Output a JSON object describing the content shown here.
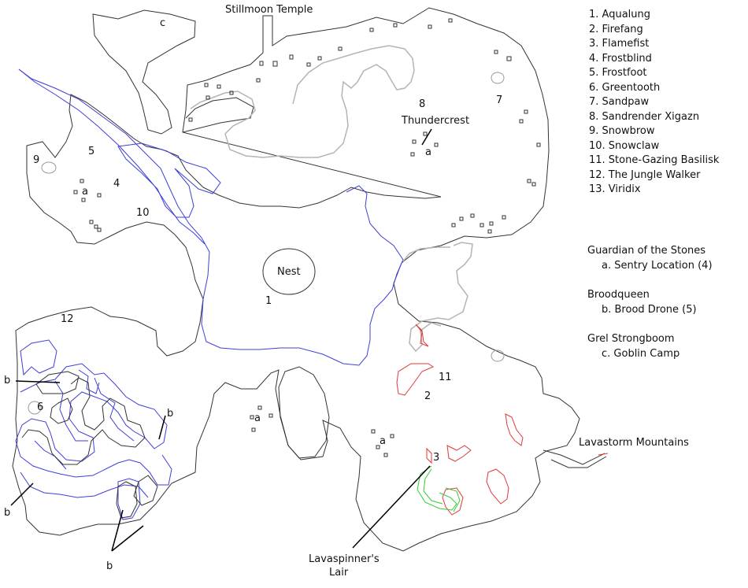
{
  "places": {
    "stillmoon_temple": "Stillmoon Temple",
    "nest": "Nest",
    "thundercrest": "Thundercrest",
    "lavastorm_mountains": "Lavastorm Mountains",
    "lavaspinners_lair_1": "Lavaspinner's",
    "lavaspinners_lair_2": "Lair"
  },
  "markers": {
    "m1": "1",
    "m2": "2",
    "m3": "3",
    "m4": "4",
    "m5": "5",
    "m6": "6",
    "m7": "7",
    "m8": "8",
    "m9": "9",
    "m10": "10",
    "m11": "11",
    "m12": "12",
    "a": "a",
    "b": "b",
    "c": "c"
  },
  "legend": [
    "1. Aqualung",
    "2. Firefang",
    "3. Flamefist",
    "4. Frostblind",
    "5. Frostfoot",
    "6. Greentooth",
    "7. Sandpaw",
    "8. Sandrender Xigazn",
    "9. Snowbrow",
    "10. Snowclaw",
    "11. Stone-Gazing Basilisk",
    "12. The Jungle Walker",
    "13. Viridix"
  ],
  "groups": [
    {
      "title": "Guardian of the Stones",
      "sub": "a. Sentry Location (4)"
    },
    {
      "title": "Broodqueen",
      "sub": "b. Brood Drone (5)"
    },
    {
      "title": "Grel Strongboom",
      "sub": "c. Goblin Camp"
    }
  ],
  "colors": {
    "outline": "#333333",
    "river": "#3f3fd8",
    "path": "#b4b4b4",
    "lava": "#e0393a",
    "lair": "#33cc33"
  }
}
